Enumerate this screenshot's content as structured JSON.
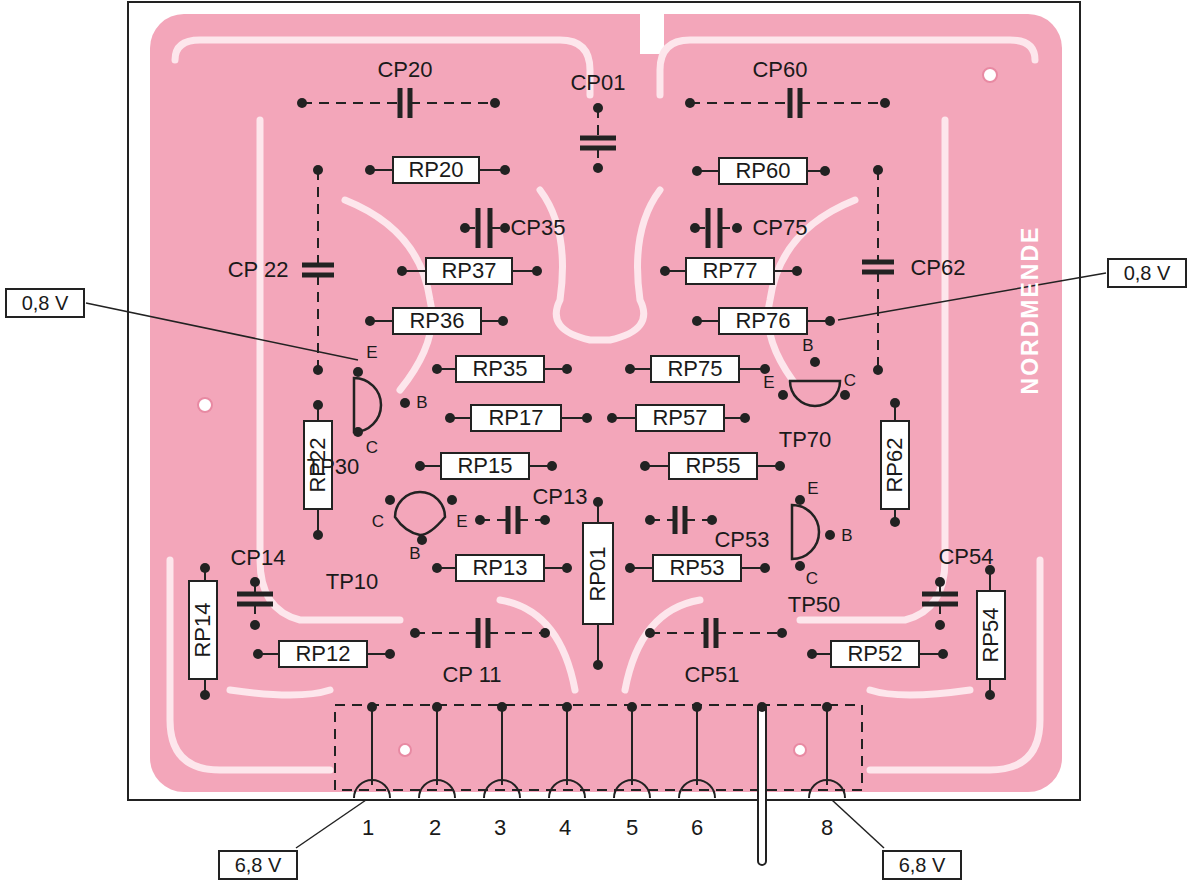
{
  "diagram": {
    "nodes": [
      {
        "text": [
          "RP20"
        ]
      },
      {
        "text": [
          "RP60"
        ]
      },
      {
        "text": [
          "RP37"
        ]
      },
      {
        "text": [
          "RP77"
        ]
      },
      {
        "text": [
          "RP36"
        ]
      },
      {
        "text": [
          "RP76"
        ]
      },
      {
        "text": [
          "RP35"
        ]
      },
      {
        "text": [
          "RP75"
        ]
      },
      {
        "text": [
          "RP17"
        ]
      },
      {
        "text": [
          "RP57"
        ]
      },
      {
        "text": [
          "RP15"
        ]
      },
      {
        "text": [
          "RP55"
        ]
      },
      {
        "text": [
          "RP13"
        ]
      },
      {
        "text": [
          "RP01"
        ]
      },
      {
        "text": [
          "RP53"
        ]
      },
      {
        "text": [
          "RP22"
        ]
      },
      {
        "text": [
          "RP62"
        ]
      },
      {
        "text": [
          "RP14"
        ]
      },
      {
        "text": [
          "RP12"
        ]
      },
      {
        "text": [
          "RP52"
        ]
      },
      {
        "text": [
          "RP54"
        ]
      },
      {
        "text": [
          "0,8 V"
        ]
      },
      {
        "text": [
          "0,8 V"
        ]
      },
      {
        "text": [
          "6,8 V"
        ]
      },
      {
        "text": [
          "6,8 V"
        ]
      }
    ],
    "labels": [
      "CP20",
      "CP01",
      "CP60",
      "CP35",
      "CP75",
      "CP 22",
      "CP62",
      "E",
      "B",
      "B",
      "E",
      "C",
      "C",
      "TP70",
      "TP30",
      "CP13",
      "E",
      "C",
      "E",
      "B",
      "CP53",
      "B",
      "CP14",
      "CP54",
      "TP10",
      "C",
      "TP50",
      "CP 11",
      "CP51",
      "1",
      "2",
      "3",
      "4",
      "5",
      "6",
      "8",
      "NORDMENDE"
    ]
  }
}
